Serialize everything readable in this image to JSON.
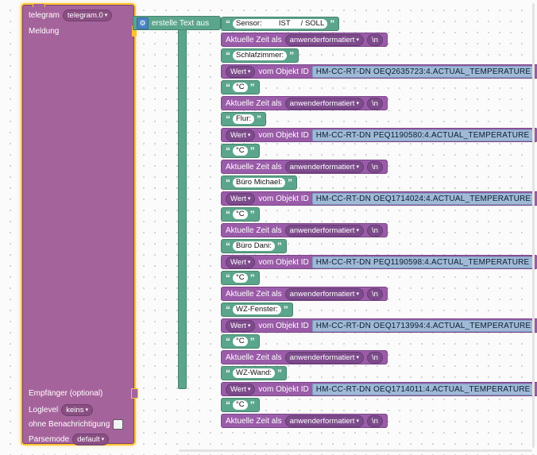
{
  "colors": {
    "telegram_block": "#a5639c",
    "telegram_field": "#8a4f82",
    "text_block": "#5ba58c",
    "logic_block": "#9a5ca8",
    "logic_field": "#7d4b8c",
    "object_id_field": "#9fb9d6",
    "selection_outline": "#fcc331",
    "workspace_background": "#fbfbfb"
  },
  "icons": {
    "gear": "⚙",
    "dropdown_arrow": "▾",
    "open_quote": "“",
    "close_quote": "”"
  },
  "telegram_block": {
    "name_label": "telegram",
    "instance_value": "telegram.0",
    "message_label": "Meldung",
    "recipient_label": "Empfänger (optional)",
    "loglevel_label": "Loglevel",
    "loglevel_value": "keins",
    "silent_label": "ohne Benachrichtigung",
    "parsemode_label": "Parsemode",
    "parsemode_value": "default"
  },
  "text_join_block": {
    "label": "erstelle Text aus"
  },
  "time_row": {
    "label": "Aktuelle Zeit als",
    "format_value": "anwenderformatiert",
    "separator_value": "\\n"
  },
  "wert_row": {
    "value_label": "Wert",
    "object_label": "vom Objekt ID"
  },
  "items": [
    {
      "type": "text",
      "text": "Sensor:        IST     / SOLL"
    },
    {
      "type": "time"
    },
    {
      "type": "text",
      "text": "Schlafzimmer:"
    },
    {
      "type": "value",
      "object_id": "HM-CC-RT-DN OEQ2635723:4.ACTUAL_TEMPERATURE"
    },
    {
      "type": "text",
      "text": "°C"
    },
    {
      "type": "time"
    },
    {
      "type": "text",
      "text": "Flur:"
    },
    {
      "type": "value",
      "object_id": "HM-CC-RT-DN PEQ1190580:4.ACTUAL_TEMPERATURE"
    },
    {
      "type": "text",
      "text": "°C"
    },
    {
      "type": "time"
    },
    {
      "type": "text",
      "text": "Büro Michael:"
    },
    {
      "type": "value",
      "object_id": "HM-CC-RT-DN OEQ1714024:4.ACTUAL_TEMPERATURE"
    },
    {
      "type": "text",
      "text": "°C"
    },
    {
      "type": "time"
    },
    {
      "type": "text",
      "text": "Büro Dani:"
    },
    {
      "type": "value",
      "object_id": "HM-CC-RT-DN PEQ1190598:4.ACTUAL_TEMPERATURE"
    },
    {
      "type": "text",
      "text": "°C"
    },
    {
      "type": "time"
    },
    {
      "type": "text",
      "text": "WZ-Fenster:"
    },
    {
      "type": "value",
      "object_id": "HM-CC-RT-DN OEQ1713994:4.ACTUAL_TEMPERATURE"
    },
    {
      "type": "text",
      "text": "°C"
    },
    {
      "type": "time"
    },
    {
      "type": "text",
      "text": "WZ-Wand:"
    },
    {
      "type": "value",
      "object_id": "HM-CC-RT-DN OEQ1714011:4.ACTUAL_TEMPERATURE"
    },
    {
      "type": "text",
      "text": "°C"
    },
    {
      "type": "time"
    }
  ]
}
